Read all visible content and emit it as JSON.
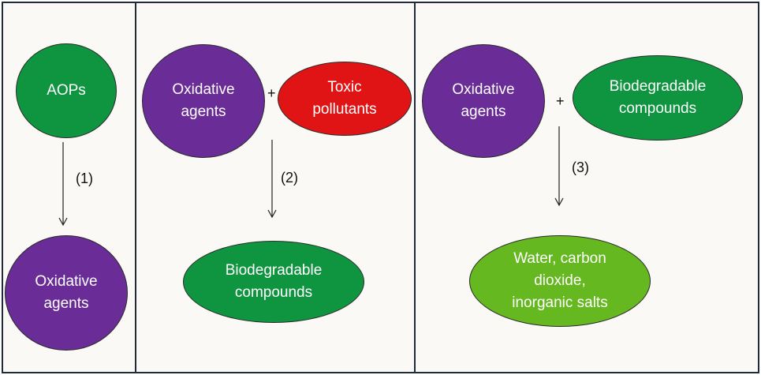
{
  "panels": [
    {
      "step": "(1)",
      "source": {
        "label": "AOPs",
        "color": "#0f9540"
      },
      "product": {
        "label": "Oxidative\nagents",
        "color": "#6a2c96"
      }
    },
    {
      "step": "(2)",
      "reactant_a": {
        "label": "Oxidative\nagents",
        "color": "#6a2c96"
      },
      "plus": "+",
      "reactant_b": {
        "label": "Toxic\npollutants",
        "color": "#e01414"
      },
      "product": {
        "label": "Biodegradable\ncompounds",
        "color": "#0f9540"
      }
    },
    {
      "step": "(3)",
      "reactant_a": {
        "label": "Oxidative\nagents",
        "color": "#6a2c96"
      },
      "plus": "+",
      "reactant_b": {
        "label": "Biodegradable\ncompounds",
        "color": "#0f9540"
      },
      "product": {
        "label": "Water, carbon\ndioxide,\ninorganic salts",
        "color": "#66b821"
      }
    }
  ]
}
